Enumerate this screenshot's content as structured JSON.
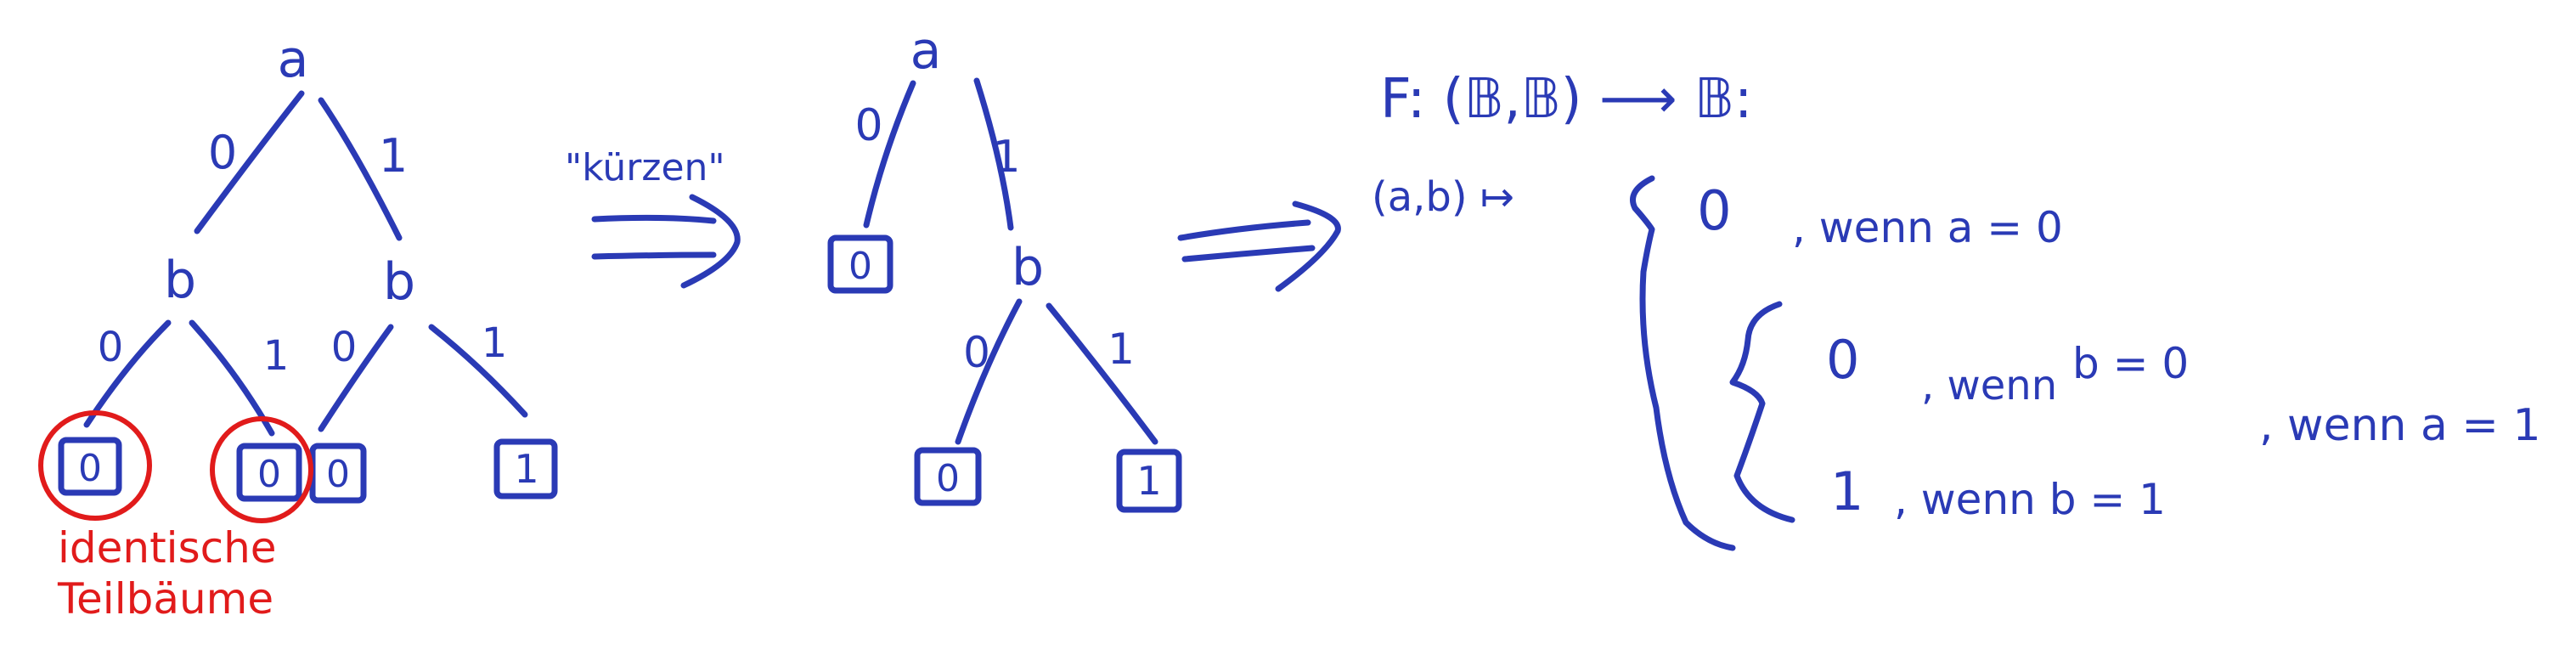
{
  "colors": {
    "ink": "#2a3ab5",
    "highlight": "#e11b1b",
    "background": "#ffffff"
  },
  "tree1": {
    "root": "a",
    "left_node": "b",
    "right_node": "b",
    "edge_root_left": "0",
    "edge_root_right": "1",
    "edge_ll": "0",
    "edge_lr": "1",
    "edge_rl": "0",
    "edge_rr": "1",
    "leaves": [
      "0",
      "0",
      "0",
      "1"
    ]
  },
  "annotation": {
    "line1": "identische",
    "line2": "Teilbäume"
  },
  "arrow1_label": "\"kürzen\"",
  "tree2": {
    "root": "a",
    "edge_root_left": "0",
    "edge_root_right": "1",
    "left_leaf": "0",
    "right_node": "b",
    "edge_rl": "0",
    "edge_rr": "1",
    "leaves": [
      "0",
      "1"
    ]
  },
  "formula": {
    "signature": "F: (𝔹,𝔹) ⟶ 𝔹:",
    "mapping": "(a,b) ↦",
    "case1_value": "0",
    "case1_cond": ", wenn a = 0",
    "sub_case1_value": "0",
    "sub_case1_cond_a": ", wenn",
    "sub_case1_cond_b": "b = 0",
    "sub_case2_value": "1",
    "sub_case2_cond": ", wenn b = 1",
    "case2_cond": ", wenn a = 1"
  }
}
